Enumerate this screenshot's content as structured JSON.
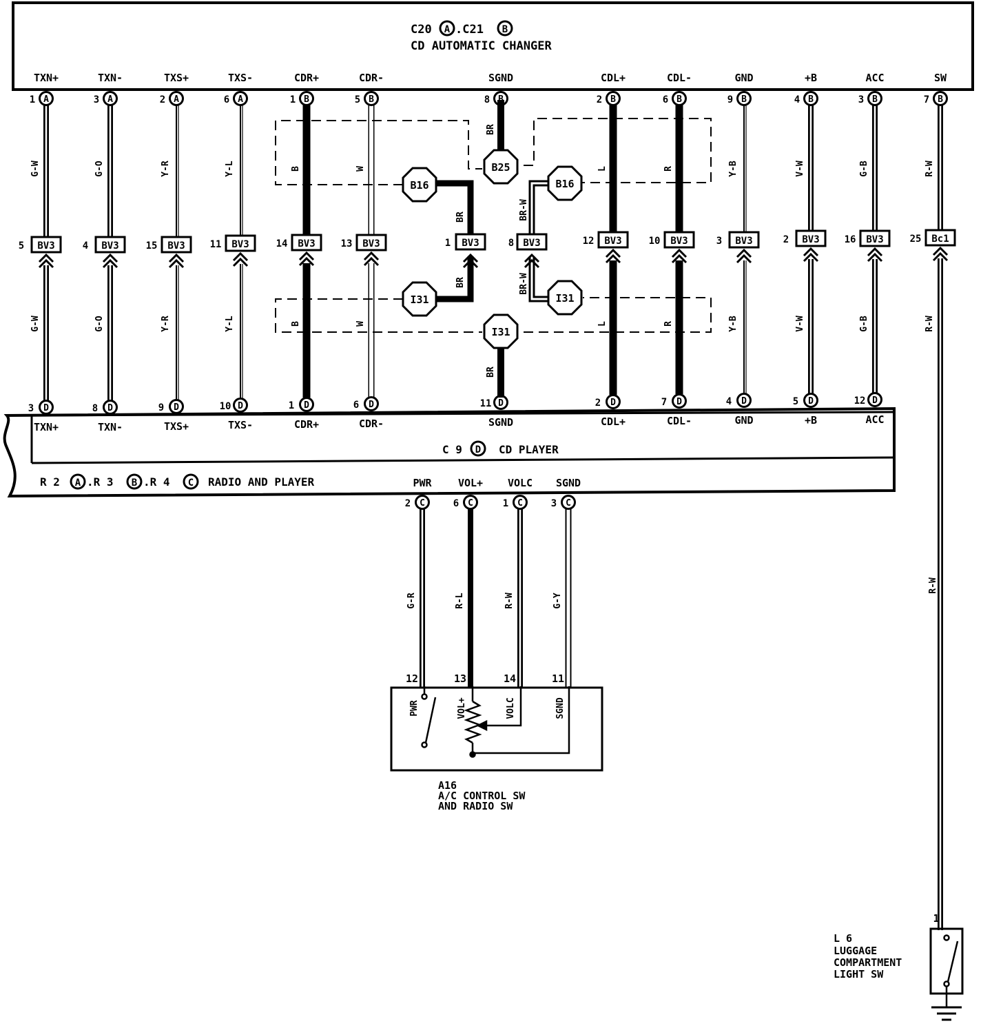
{
  "changer": {
    "header_code": "C20",
    "header_mid": ".C21",
    "letter_a": "A",
    "letter_b": "B",
    "name": "CD AUTOMATIC CHANGER"
  },
  "player": {
    "code": "C 9",
    "letter": "D",
    "name": "CD PLAYER"
  },
  "radio": {
    "code1": "R 2",
    "code2": ".R 3",
    "code3": ".R 4",
    "letters": [
      "A",
      "B",
      "C"
    ],
    "name": "RADIO AND PLAYER"
  },
  "columns": [
    {
      "label": "TXN+",
      "top_pin": "1",
      "top_conn": "A",
      "upper_wire": "G-W",
      "junction_pin": "5",
      "junction": "BV3",
      "lower_wire": "G-W",
      "bottom_pin": "3",
      "bottom_conn": "D",
      "bottom_label": "TXN+"
    },
    {
      "label": "TXN-",
      "top_pin": "3",
      "top_conn": "A",
      "upper_wire": "G-O",
      "junction_pin": "4",
      "junction": "BV3",
      "lower_wire": "G-O",
      "bottom_pin": "8",
      "bottom_conn": "D",
      "bottom_label": "TXN-"
    },
    {
      "label": "TXS+",
      "top_pin": "2",
      "top_conn": "A",
      "upper_wire": "Y-R",
      "junction_pin": "15",
      "junction": "BV3",
      "lower_wire": "Y-R",
      "bottom_pin": "9",
      "bottom_conn": "D",
      "bottom_label": "TXS+"
    },
    {
      "label": "TXS-",
      "top_pin": "6",
      "top_conn": "A",
      "upper_wire": "Y-L",
      "junction_pin": "11",
      "junction": "BV3",
      "lower_wire": "Y-L",
      "bottom_pin": "10",
      "bottom_conn": "D",
      "bottom_label": "TXS-"
    },
    {
      "label": "CDR+",
      "top_pin": "1",
      "top_conn": "B",
      "upper_wire": "B",
      "junction_pin": "14",
      "junction": "BV3",
      "lower_wire": "B",
      "bottom_pin": "1",
      "bottom_conn": "D",
      "bottom_label": "CDR+"
    },
    {
      "label": "CDR-",
      "top_pin": "5",
      "top_conn": "B",
      "upper_wire": "W",
      "junction_pin": "13",
      "junction": "BV3",
      "lower_wire": "W",
      "bottom_pin": "6",
      "bottom_conn": "D",
      "bottom_label": "CDR-"
    },
    {
      "label": "SGND",
      "top_pin": "8",
      "top_conn": "B",
      "upper_wire": "BR",
      "junction_pin": "",
      "junction": "",
      "lower_wire": "BR",
      "bottom_pin": "11",
      "bottom_conn": "D",
      "bottom_label": "SGND"
    },
    {
      "label": "CDL+",
      "top_pin": "2",
      "top_conn": "B",
      "upper_wire": "L",
      "junction_pin": "12",
      "junction": "BV3",
      "lower_wire": "L",
      "bottom_pin": "2",
      "bottom_conn": "D",
      "bottom_label": "CDL+"
    },
    {
      "label": "CDL-",
      "top_pin": "6",
      "top_conn": "B",
      "upper_wire": "R",
      "junction_pin": "10",
      "junction": "BV3",
      "lower_wire": "R",
      "bottom_pin": "7",
      "bottom_conn": "D",
      "bottom_label": "CDL-"
    },
    {
      "label": "GND",
      "top_pin": "9",
      "top_conn": "B",
      "upper_wire": "Y-B",
      "junction_pin": "3",
      "junction": "BV3",
      "lower_wire": "Y-B",
      "bottom_pin": "4",
      "bottom_conn": "D",
      "bottom_label": "GND"
    },
    {
      "label": "+B",
      "top_pin": "4",
      "top_conn": "B",
      "upper_wire": "V-W",
      "junction_pin": "2",
      "junction": "BV3",
      "lower_wire": "V-W",
      "bottom_pin": "5",
      "bottom_conn": "D",
      "bottom_label": "+B"
    },
    {
      "label": "ACC",
      "top_pin": "3",
      "top_conn": "B",
      "upper_wire": "G-B",
      "junction_pin": "16",
      "junction": "BV3",
      "lower_wire": "G-B",
      "bottom_pin": "12",
      "bottom_conn": "D",
      "bottom_label": "ACC"
    },
    {
      "label": "SW",
      "top_pin": "7",
      "top_conn": "B",
      "upper_wire": "R-W",
      "junction_pin": "25",
      "junction": "Bc1",
      "lower_wire": "R-W",
      "bottom_pin": "",
      "bottom_conn": "",
      "bottom_label": ""
    }
  ],
  "ground_points": {
    "b16_left": "B16",
    "b16_right": "B16",
    "b25": "B25",
    "i31_left": "I31",
    "i31_right": "I31",
    "i31_center": "I31"
  },
  "ground_wires": {
    "left_upper": "BR",
    "left_lower": "BR",
    "left_junction_pin": "1",
    "left_junction": "BV3",
    "right_upper": "BR-W",
    "right_lower": "BR-W",
    "right_junction_pin": "8",
    "right_junction": "BV3",
    "b25_wire": "BR",
    "i31_wire": "BR"
  },
  "radio_pins": [
    {
      "label": "PWR",
      "pin": "2",
      "conn": "C",
      "wire": "G-R",
      "sw_pin": "12",
      "sw_label": "PWR"
    },
    {
      "label": "VOL+",
      "pin": "6",
      "conn": "C",
      "wire": "R-L",
      "sw_pin": "13",
      "sw_label": "VOL+"
    },
    {
      "label": "VOLC",
      "pin": "1",
      "conn": "C",
      "wire": "R-W",
      "sw_pin": "14",
      "sw_label": "VOLC"
    },
    {
      "label": "SGND",
      "pin": "3",
      "conn": "C",
      "wire": "G-Y",
      "sw_pin": "11",
      "sw_label": "SGND"
    }
  ],
  "ac_switch": {
    "code": "A16",
    "line1": "A/C CONTROL SW",
    "line2": "AND RADIO SW"
  },
  "luggage_switch": {
    "code": "L 6",
    "line1": "LUGGAGE",
    "line2": "COMPARTMENT",
    "line3": "LIGHT SW",
    "pin": "1",
    "long_wire": "R-W"
  }
}
